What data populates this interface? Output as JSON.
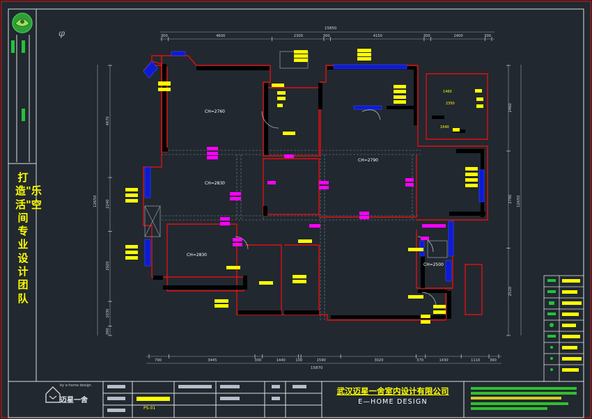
{
  "slogan": "打造\"乐活\"空间专业设计团队",
  "company_cn": "武汉迈星一舍室内设计有限公司",
  "company_en": "E—HOME DESIGN",
  "logo_brand": "迈星一舍",
  "logo_tagline": "by e-home design",
  "drawing_code": "PS-01",
  "dims_top": [
    "300",
    "4600",
    "2300",
    "300",
    "4150",
    "300",
    "2400",
    "300"
  ],
  "dim_top_total": "15850",
  "dims_bottom": [
    "790",
    "3445",
    "300",
    "1440",
    "100",
    "1590",
    "3020",
    "370",
    "1430",
    "1110",
    "390"
  ],
  "dim_bottom_total": "15870",
  "dims_left": [
    "4670",
    "2240",
    "2920",
    "1030",
    "390"
  ],
  "dim_left_total": "12650",
  "dims_right": [
    "2460",
    "2790",
    "2510"
  ],
  "dim_right_total": "12650",
  "rooms": [
    {
      "label": "CH=2760"
    },
    {
      "label": "CH=2830"
    },
    {
      "label": "CH=2790"
    },
    {
      "label": "CH=2830"
    },
    {
      "label": "CH=2500"
    }
  ],
  "detail_dims": [
    "1460",
    "2350",
    "1640"
  ],
  "colors": {
    "background": "#212830",
    "frame": "#cc1111",
    "wall": "#e01010",
    "tag": "#ffff00",
    "tag2": "#ff00ff",
    "window": "#0b1bd4",
    "dim": "#9aa3b0"
  }
}
